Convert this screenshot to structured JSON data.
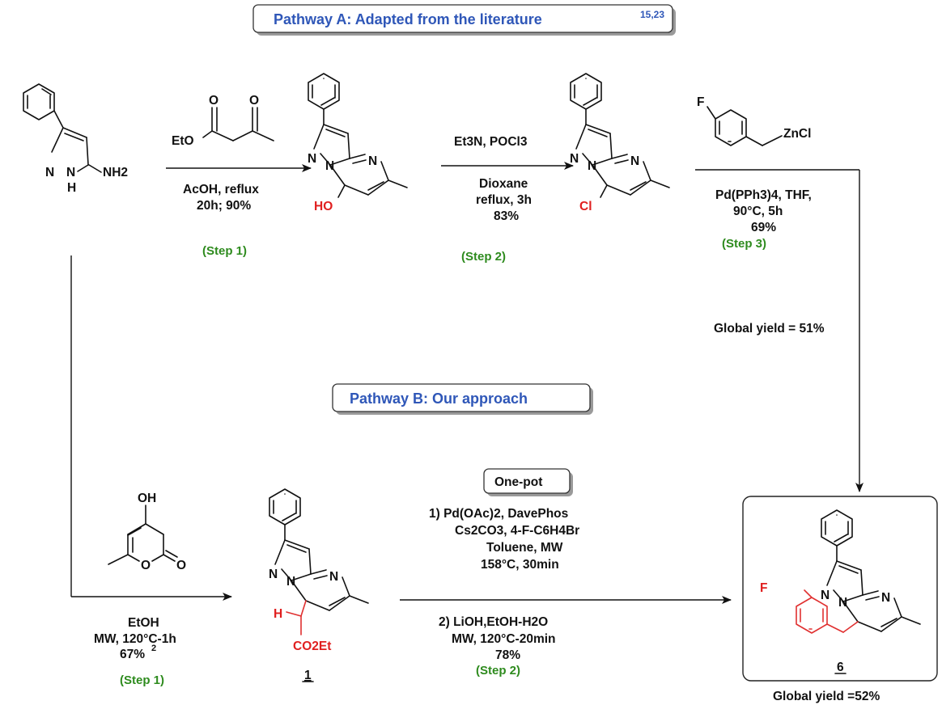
{
  "pathway_a": {
    "title": "Pathway A: Adapted from the literature",
    "title_refs": "15,23"
  },
  "pathway_b": {
    "title": "Pathway B: Our approach"
  },
  "step_a1": {
    "reagent_left": "EtO",
    "reagent_o1": "O",
    "reagent_o2": "O",
    "condition_1": "AcOH, reflux",
    "condition_2": "20h; 90%",
    "label": "(Step 1)"
  },
  "step_a2": {
    "condition_1": "Et3N, POCl3",
    "condition_2": "Dioxane",
    "condition_3": "reflux, 3h",
    "condition_4": "83%",
    "label": "(Step 2)"
  },
  "step_a3": {
    "reagent_f": "F",
    "reagent_zn": "ZnCl",
    "condition_1": "Pd(PPh3)4, THF,",
    "condition_2": "90°C, 5h",
    "condition_3": "69%",
    "label": "(Step 3)",
    "global_yield": "Global yield = 51%"
  },
  "step_b1": {
    "reagent_oh": "OH",
    "reagent_o_ring": "O",
    "reagent_o_carbonyl": "O",
    "condition_1": "EtOH",
    "condition_2": "MW, 120°C-1h",
    "condition_3": "67%",
    "condition_3_ref": "2",
    "label": "(Step 1)"
  },
  "step_b2": {
    "one_pot": "One-pot",
    "condition_1": "1) Pd(OAc)2, DavePhos",
    "condition_2": "Cs2CO3, 4-F-C6H4Br",
    "condition_3": "Toluene, MW",
    "condition_4": "158°C, 30min",
    "condition_5": "2) LiOH,EtOH-H2O",
    "condition_6": "MW, 120°C-20min",
    "condition_7": "78%",
    "label": "(Step 2)"
  },
  "compounds": {
    "start": {
      "n1": "N",
      "nh": "N",
      "h": "H",
      "nh2": "NH2"
    },
    "hydroxy": {
      "n1": "N",
      "n2": "N",
      "n3": "N",
      "ho": "HO"
    },
    "chloro": {
      "n1": "N",
      "n2": "N",
      "n3": "N",
      "cl": "Cl"
    },
    "ester": {
      "n1": "N",
      "n2": "N",
      "n3": "N",
      "h": "H",
      "co2et": "CO2Et",
      "number": "1"
    },
    "product": {
      "n1": "N",
      "n2": "N",
      "n3": "N",
      "f": "F",
      "number": "6",
      "global_yield": "Global yield =52%"
    }
  },
  "colors": {
    "title_blue": "#2f57b8",
    "step_green": "#2e8b1e",
    "highlight_red": "#e01f1f"
  }
}
